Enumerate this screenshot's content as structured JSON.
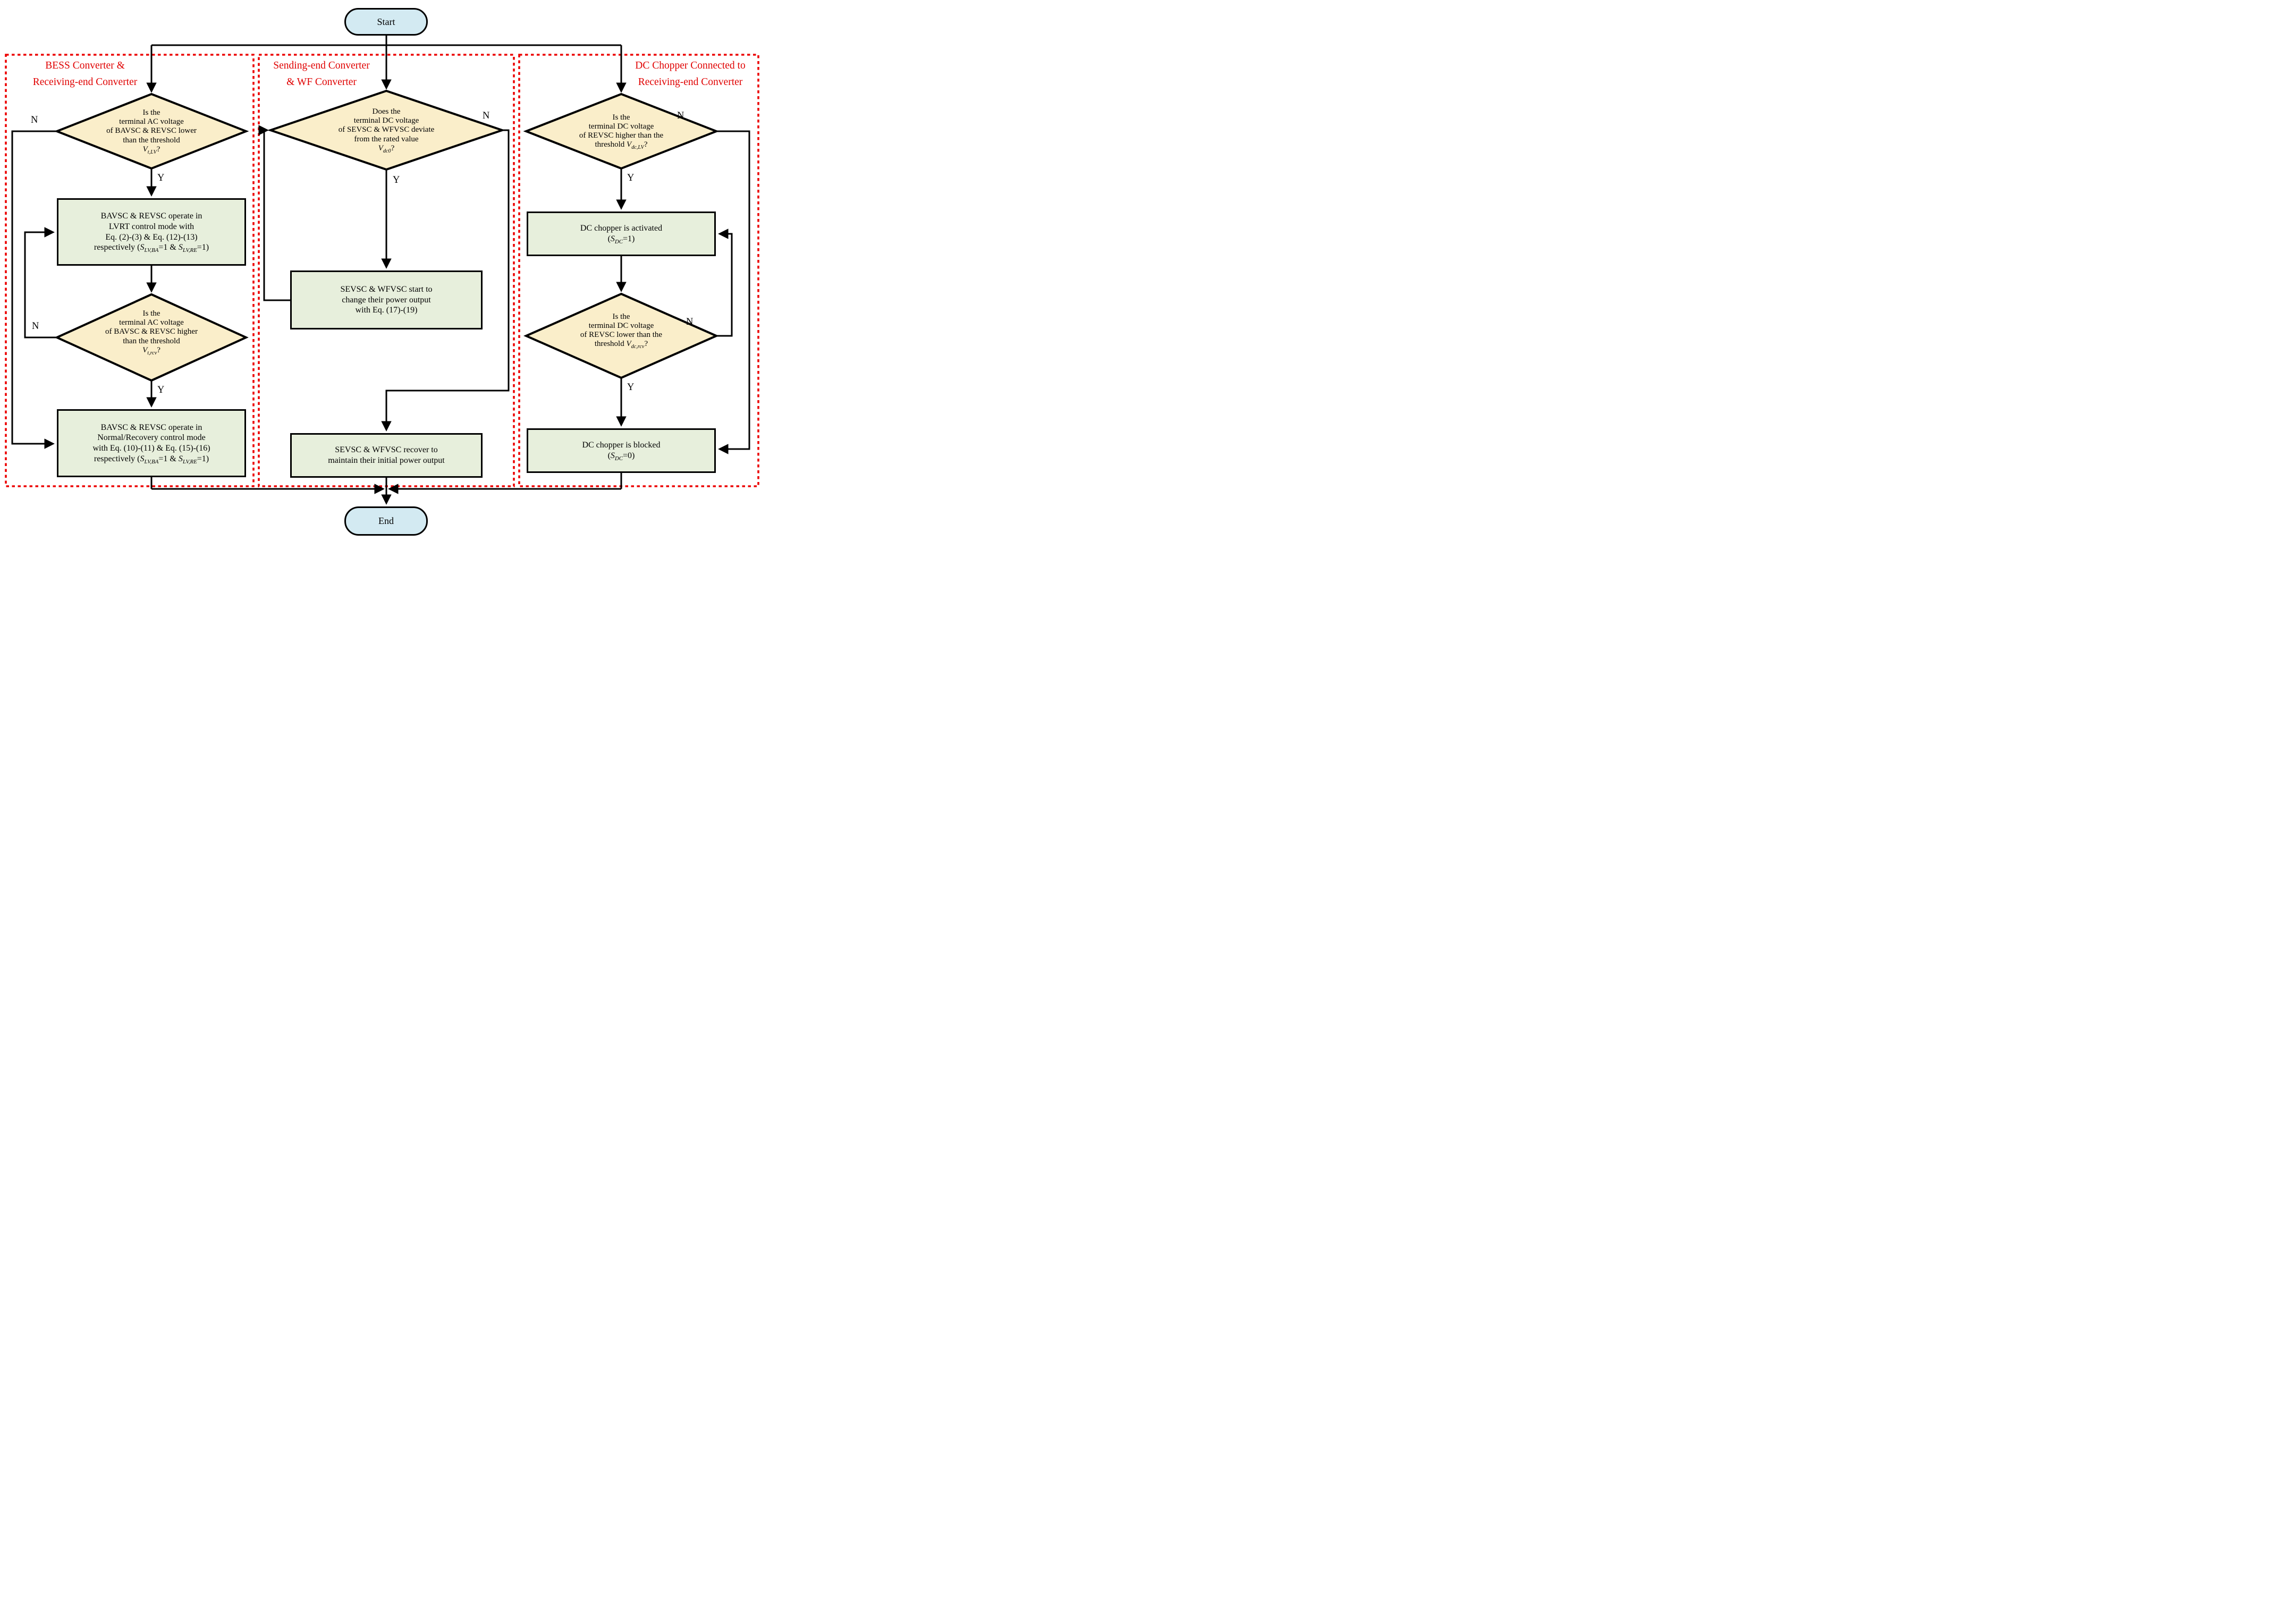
{
  "labels": {
    "yes": "Y",
    "no": "N"
  },
  "terminals": {
    "start": "Start",
    "end": "End"
  },
  "colors": {
    "decision_fill": "#faeeca",
    "process_fill": "#e7efdc",
    "terminal_fill": "#d3eaf2",
    "column_border": "#ec0000",
    "header_text": "#e00000",
    "line": "#000000"
  },
  "columns": [
    {
      "header": [
        "BESS Converter &",
        "Receiving-end Converter"
      ],
      "nodes": {
        "decision1": [
          [
            {
              "t": "Is the"
            }
          ],
          [
            {
              "t": "terminal AC voltage"
            }
          ],
          [
            {
              "t": "of BAVSC & REVSC lower"
            }
          ],
          [
            {
              "t": "than the threshold"
            }
          ],
          [
            {
              "v": "V"
            },
            {
              "s": "t,LV"
            },
            {
              "t": "?"
            }
          ]
        ],
        "process1": [
          [
            {
              "t": "BAVSC & REVSC operate in"
            }
          ],
          [
            {
              "t": "LVRT control mode with"
            }
          ],
          [
            {
              "t": "Eq. (2)-(3) & Eq. (12)-(13)"
            }
          ],
          [
            {
              "t": "respectively ("
            },
            {
              "v": "S"
            },
            {
              "s": "LV,BA"
            },
            {
              "t": "=1 & "
            },
            {
              "v": "S"
            },
            {
              "s": "LV,RE"
            },
            {
              "t": "=1)"
            }
          ]
        ],
        "decision2": [
          [
            {
              "t": "Is the"
            }
          ],
          [
            {
              "t": "terminal AC voltage"
            }
          ],
          [
            {
              "t": "of BAVSC & REVSC higher"
            }
          ],
          [
            {
              "t": "than the threshold"
            }
          ],
          [
            {
              "v": "V"
            },
            {
              "s": "t,rcv"
            },
            {
              "t": "?"
            }
          ]
        ],
        "process2": [
          [
            {
              "t": "BAVSC & REVSC operate in"
            }
          ],
          [
            {
              "t": "Normal/Recovery control mode"
            }
          ],
          [
            {
              "t": "with Eq. (10)-(11) & Eq. (15)-(16)"
            }
          ],
          [
            {
              "t": "respectively ("
            },
            {
              "v": "S"
            },
            {
              "s": "LV,BA"
            },
            {
              "t": "=1 & "
            },
            {
              "v": "S"
            },
            {
              "s": "LV,RE"
            },
            {
              "t": "=1)"
            }
          ]
        ]
      }
    },
    {
      "header": [
        "Sending-end Converter",
        "& WF Converter"
      ],
      "nodes": {
        "decision1": [
          [
            {
              "t": "Does the"
            }
          ],
          [
            {
              "t": "terminal DC voltage"
            }
          ],
          [
            {
              "t": "of SEVSC & WFVSC deviate"
            }
          ],
          [
            {
              "t": "from the rated value"
            }
          ],
          [
            {
              "v": "V"
            },
            {
              "s": "dc0"
            },
            {
              "t": "?"
            }
          ]
        ],
        "process1": [
          [
            {
              "t": "SEVSC & WFVSC start to"
            }
          ],
          [
            {
              "t": "change their power output"
            }
          ],
          [
            {
              "t": "with Eq. (17)-(19)"
            }
          ]
        ],
        "process2": [
          [
            {
              "t": "SEVSC & WFVSC recover to"
            }
          ],
          [
            {
              "t": "maintain their initial power output"
            }
          ]
        ]
      }
    },
    {
      "header": [
        "DC Chopper Connected to",
        "Receiving-end Converter"
      ],
      "nodes": {
        "decision1": [
          [
            {
              "t": "Is the"
            }
          ],
          [
            {
              "t": "terminal DC voltage"
            }
          ],
          [
            {
              "t": "of REVSC higher than the"
            }
          ],
          [
            {
              "t": "threshold "
            },
            {
              "v": "V"
            },
            {
              "s": "dc,LV"
            },
            {
              "t": "?"
            }
          ]
        ],
        "process1": [
          [
            {
              "t": "DC chopper is activated"
            }
          ],
          [
            {
              "t": "("
            },
            {
              "v": "S"
            },
            {
              "s": "DC"
            },
            {
              "t": "=1)"
            }
          ]
        ],
        "decision2": [
          [
            {
              "t": "Is the"
            }
          ],
          [
            {
              "t": "terminal DC voltage"
            }
          ],
          [
            {
              "t": "of REVSC lower than the"
            }
          ],
          [
            {
              "t": "threshold "
            },
            {
              "v": "V"
            },
            {
              "s": "dc,rcv"
            },
            {
              "t": "?"
            }
          ]
        ],
        "process2": [
          [
            {
              "t": "DC chopper is blocked"
            }
          ],
          [
            {
              "t": "("
            },
            {
              "v": "S"
            },
            {
              "s": "DC"
            },
            {
              "t": "=0)"
            }
          ]
        ]
      }
    }
  ]
}
